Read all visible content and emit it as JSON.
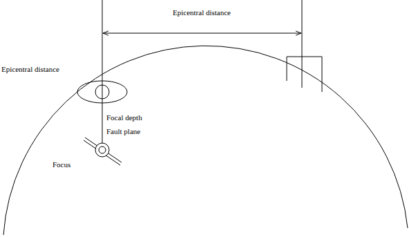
{
  "diagram": {
    "labels": [
      "Epicentral distance",
      "Epicentral distance",
      "Focal depth",
      "Fault plane",
      "Focus"
    ]
  }
}
